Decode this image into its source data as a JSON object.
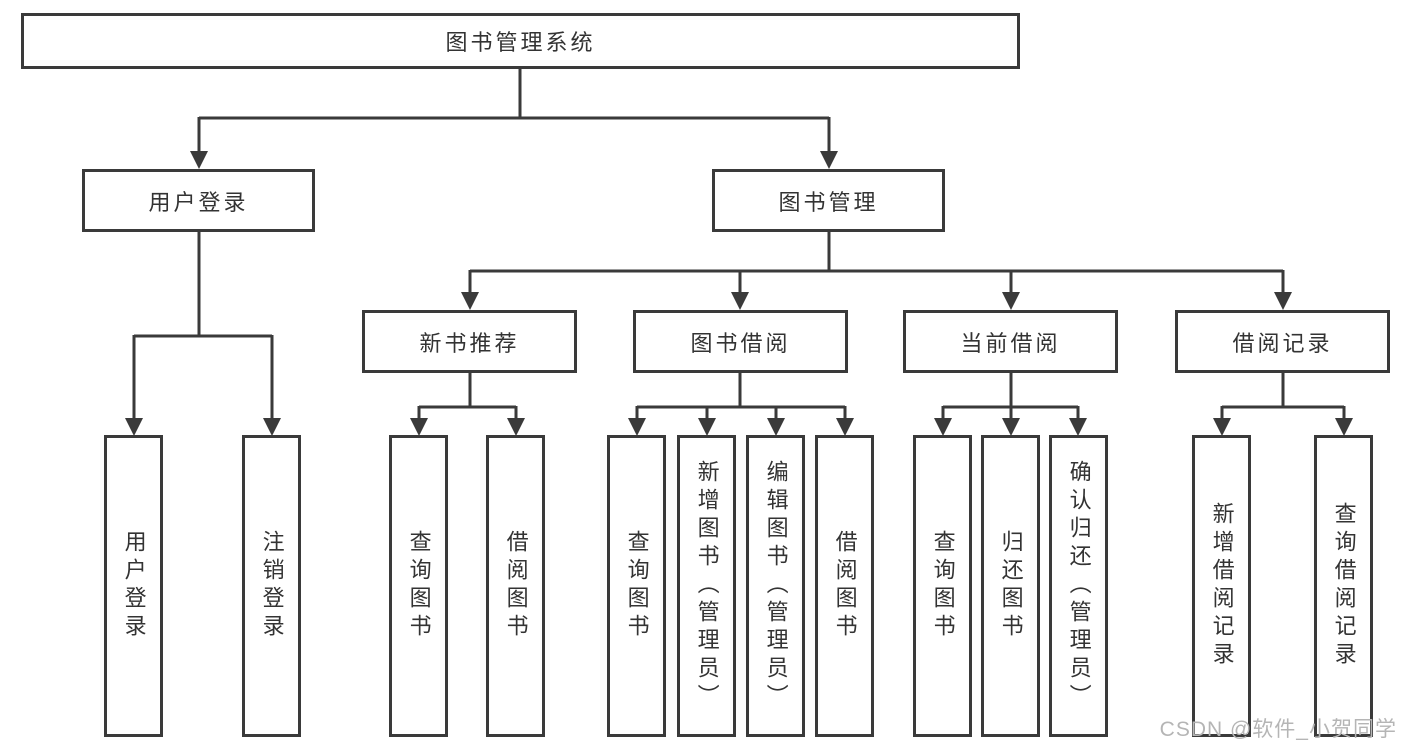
{
  "colors": {
    "line": "#3a3a3a",
    "text": "#333333",
    "bg": "#ffffff",
    "wm": "#b5b5b5"
  },
  "watermark": "CSDN @软件_小贺同学",
  "tree": {
    "label": "图书管理系统",
    "children": [
      {
        "label": "用户登录",
        "children": [
          {
            "label": "用户登录"
          },
          {
            "label": "注销登录"
          }
        ]
      },
      {
        "label": "图书管理",
        "children": [
          {
            "label": "新书推荐",
            "children": [
              {
                "label": "查询图书"
              },
              {
                "label": "借阅图书"
              }
            ]
          },
          {
            "label": "图书借阅",
            "children": [
              {
                "label": "查询图书"
              },
              {
                "label": "新增图书（管理员）"
              },
              {
                "label": "编辑图书（管理员）"
              },
              {
                "label": "借阅图书"
              }
            ]
          },
          {
            "label": "当前借阅",
            "children": [
              {
                "label": "查询图书"
              },
              {
                "label": "归还图书"
              },
              {
                "label": "确认归还（管理员）"
              }
            ]
          },
          {
            "label": "借阅记录",
            "children": [
              {
                "label": "新增借阅记录"
              },
              {
                "label": "查询借阅记录"
              }
            ]
          }
        ]
      }
    ]
  }
}
